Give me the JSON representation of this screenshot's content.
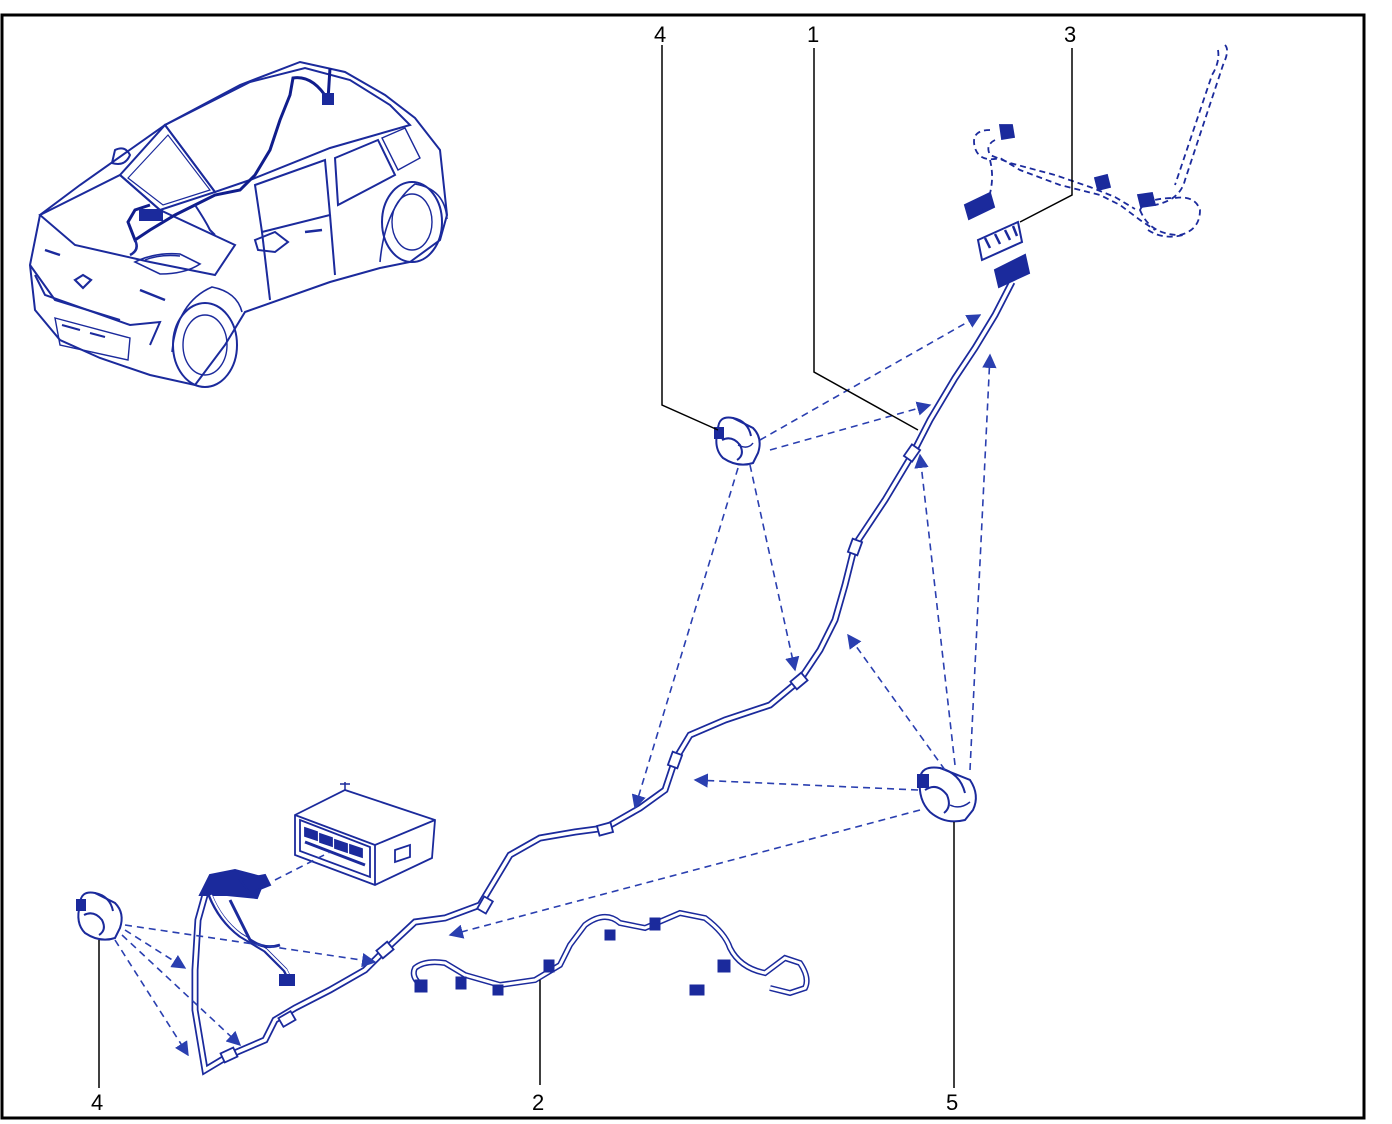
{
  "callouts": [
    {
      "id": "c4-top",
      "text": "4"
    },
    {
      "id": "c1",
      "text": "1"
    },
    {
      "id": "c3",
      "text": "3"
    },
    {
      "id": "c4-bottom",
      "text": "4"
    },
    {
      "id": "c2",
      "text": "2"
    },
    {
      "id": "c5",
      "text": "5"
    }
  ],
  "colors": {
    "line_art": "#1b2a9c",
    "leader": "#000000",
    "border": "#000000",
    "background": "#ffffff"
  }
}
